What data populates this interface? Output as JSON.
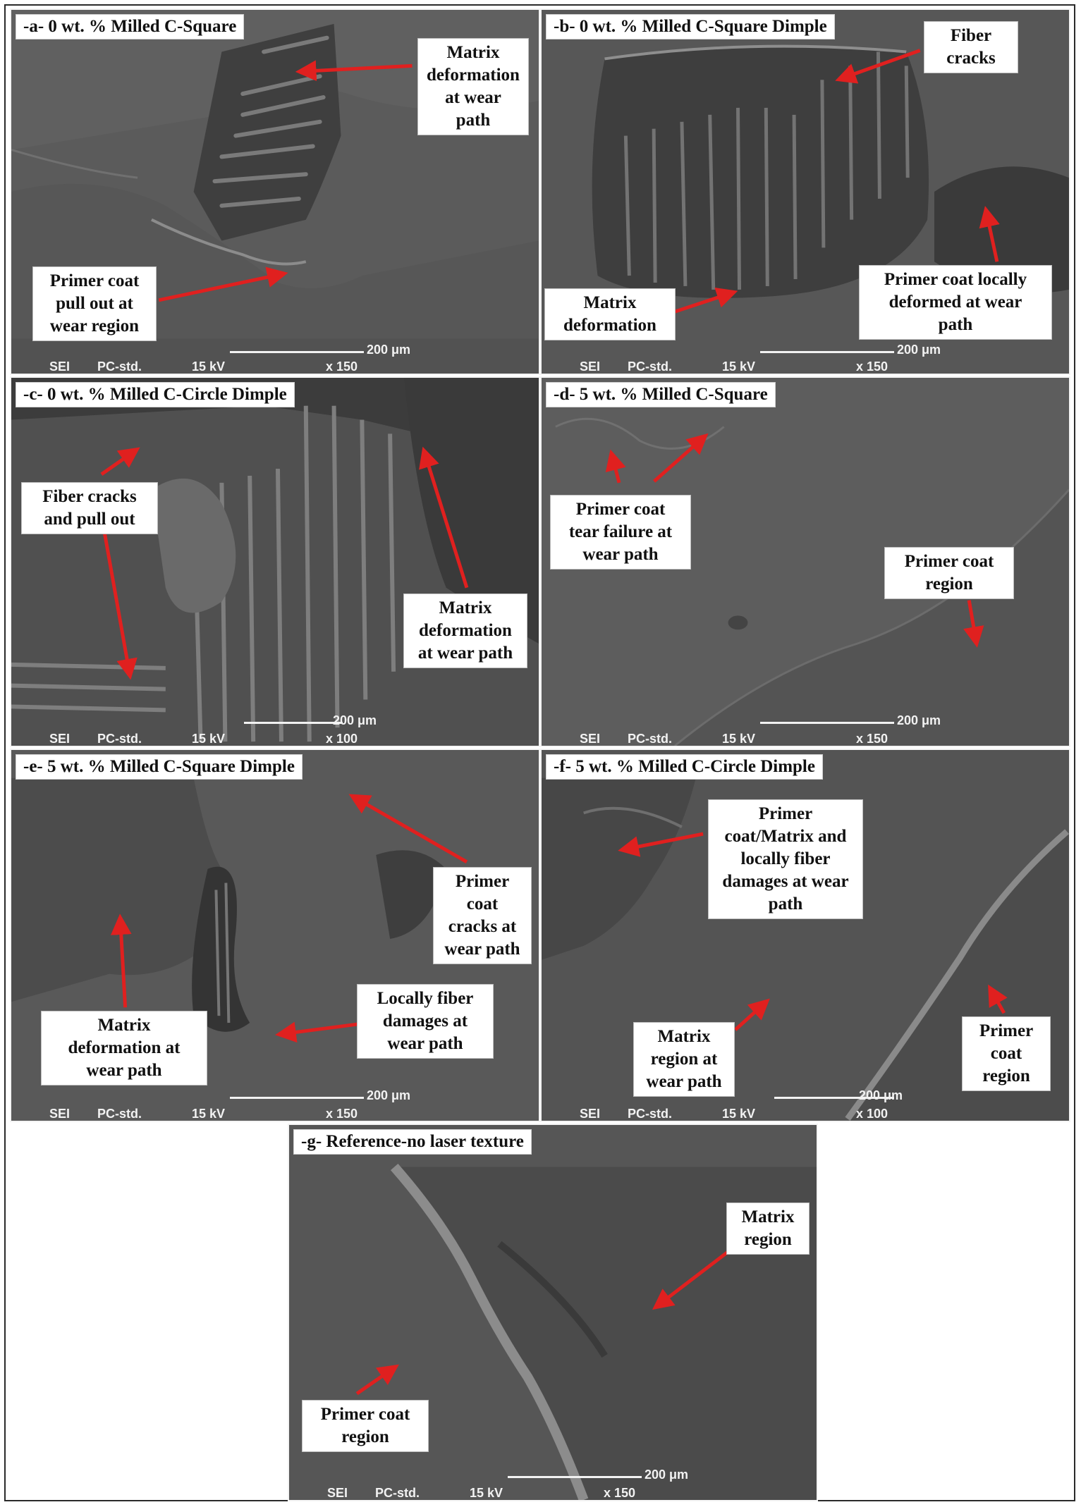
{
  "colors": {
    "arrow": "#e0201f",
    "sem_base": "#5a5a5a",
    "label_bg": "#ffffff"
  },
  "panels": {
    "a": {
      "title": "-a- 0 wt. % Milled C-Square",
      "annotations": [
        {
          "lines": [
            "Matrix",
            "deformation",
            "at wear",
            "path"
          ]
        },
        {
          "lines": [
            "Primer coat",
            "pull out at",
            "wear region"
          ]
        }
      ],
      "scale": {
        "length": "200 μm",
        "detector": "SEI",
        "mode": "PC-std.",
        "voltage": "15 kV",
        "mag": "x 150"
      }
    },
    "b": {
      "title": "-b- 0 wt. % Milled C-Square Dimple",
      "annotations": [
        {
          "lines": [
            "Fiber",
            "cracks"
          ]
        },
        {
          "lines": [
            "Matrix",
            "deformation"
          ]
        },
        {
          "lines": [
            "Primer coat locally",
            "deformed at wear",
            "path"
          ]
        }
      ],
      "scale": {
        "length": "200 μm",
        "detector": "SEI",
        "mode": "PC-std.",
        "voltage": "15 kV",
        "mag": "x 150"
      }
    },
    "c": {
      "title": "-c- 0 wt. % Milled C-Circle Dimple",
      "annotations": [
        {
          "lines": [
            "Fiber cracks",
            "and pull out"
          ]
        },
        {
          "lines": [
            "Matrix",
            "deformation",
            "at wear path"
          ]
        }
      ],
      "scale": {
        "length": "200 μm",
        "detector": "SEI",
        "mode": "PC-std.",
        "voltage": "15 kV",
        "mag": "x 100"
      }
    },
    "d": {
      "title": "-d- 5 wt. % Milled C-Square",
      "annotations": [
        {
          "lines": [
            "Primer coat",
            "tear failure at",
            "wear path"
          ]
        },
        {
          "lines": [
            "Primer coat",
            "region"
          ]
        }
      ],
      "scale": {
        "length": "200 μm",
        "detector": "SEI",
        "mode": "PC-std.",
        "voltage": "15 kV",
        "mag": "x 150"
      }
    },
    "e": {
      "title": "-e- 5 wt. % Milled C-Square Dimple",
      "annotations": [
        {
          "lines": [
            "Primer",
            "coat",
            "cracks at",
            "wear path"
          ]
        },
        {
          "lines": [
            "Matrix",
            "deformation at",
            "wear path"
          ]
        },
        {
          "lines": [
            "Locally fiber",
            "damages at",
            "wear path"
          ]
        }
      ],
      "scale": {
        "length": "200 μm",
        "detector": "SEI",
        "mode": "PC-std.",
        "voltage": "15 kV",
        "mag": "x 150"
      }
    },
    "f": {
      "title": "-f- 5 wt. % Milled C-Circle Dimple",
      "annotations": [
        {
          "lines": [
            "Primer",
            "coat/Matrix and",
            "locally fiber",
            "damages at wear",
            "path"
          ]
        },
        {
          "lines": [
            "Matrix",
            "region at",
            "wear path"
          ]
        },
        {
          "lines": [
            "Primer",
            "coat",
            "region"
          ]
        }
      ],
      "scale": {
        "length": "200 μm",
        "detector": "SEI",
        "mode": "PC-std.",
        "voltage": "15 kV",
        "mag": "x 100"
      }
    },
    "g": {
      "title": "-g- Reference-no laser texture",
      "annotations": [
        {
          "lines": [
            "Matrix",
            "region"
          ]
        },
        {
          "lines": [
            "Primer coat",
            "region"
          ]
        }
      ],
      "scale": {
        "length": "200 μm",
        "detector": "SEI",
        "mode": "PC-std.",
        "voltage": "15 kV",
        "mag": "x 150"
      }
    }
  }
}
